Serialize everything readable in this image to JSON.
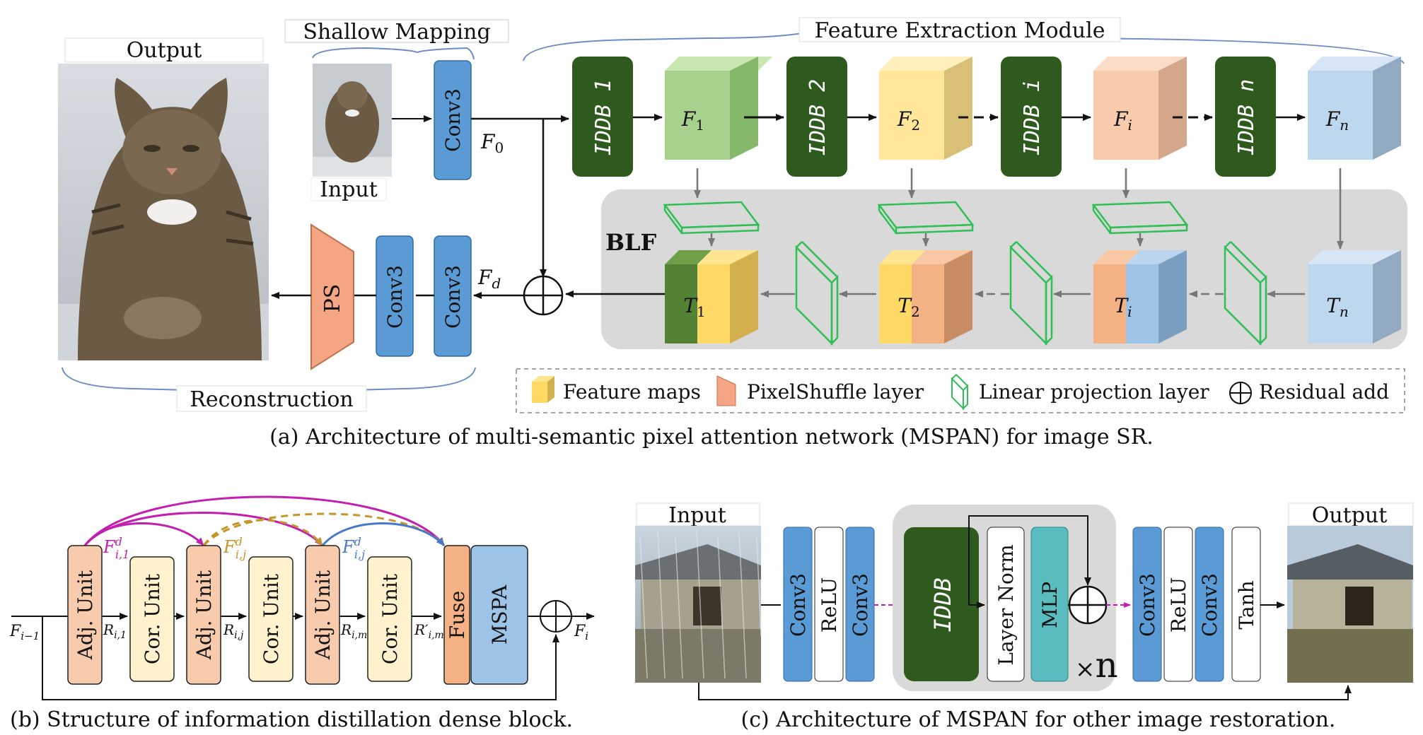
{
  "panel_a": {
    "output_label": "Output",
    "shallow_label": "Shallow Mapping",
    "input_label": "Input",
    "fem_label": "Feature Extraction Module",
    "recon_label": "Reconstruction",
    "blf_label": "BLF",
    "conv": "Conv3",
    "ps": "PS",
    "f0": "F",
    "f0_sub": "0",
    "fd": "F",
    "fd_sub": "d",
    "iddb": [
      "IDDB 1",
      "IDDB 2",
      "IDDB i",
      "IDDB n"
    ],
    "features": [
      {
        "main": "F",
        "sub": "1"
      },
      {
        "main": "F",
        "sub": "2"
      },
      {
        "main": "F",
        "sub": "i"
      },
      {
        "main": "F",
        "sub": "n"
      }
    ],
    "tokens": [
      {
        "main": "T",
        "sub": "1"
      },
      {
        "main": "T",
        "sub": "2"
      },
      {
        "main": "T",
        "sub": "i"
      },
      {
        "main": "T",
        "sub": "n"
      }
    ],
    "legend": {
      "feature_maps": "Feature maps",
      "pixelshuffle": "PixelShuffle layer",
      "linear_proj": "Linear projection layer",
      "residual": "Residual add"
    },
    "caption": "(a) Architecture of multi-semantic pixel attention network (MSPAN) for image SR."
  },
  "panel_b": {
    "adj": "Adj. Unit",
    "cor": "Cor. Unit",
    "fuse": "Fuse",
    "mspa": "MSPA",
    "f_in": "F",
    "f_in_sub": "i−1",
    "f_out": "F",
    "f_out_sub": "i",
    "r1": "R",
    "r1_sub": "i,1",
    "rj": "R",
    "rj_sub": "i,j",
    "rm": "R",
    "rm_sub": "i,m",
    "rmp": "R′",
    "rmp_sub": "i,m",
    "fd1": "F",
    "fd1_sub": "i,1",
    "fdj": "F",
    "fdj_sub": "i,j",
    "fdj2": "F",
    "fdj2_sub": "i,j",
    "sup_d": "d",
    "colors": {
      "magenta": "#c21fb0",
      "gold": "#c6962c",
      "blue": "#4a78c8"
    },
    "caption": "(b)  Structure of information distillation dense block."
  },
  "panel_c": {
    "input_label": "Input",
    "output_label": "Output",
    "conv": "Conv3",
    "relu": "ReLU",
    "iddb": "IDDB",
    "layernorm": "Layer Norm",
    "mlp": "MLP",
    "tanh": "Tanh",
    "times": "×",
    "n": "n",
    "caption": "(c)  Architecture of MSPAN for other image restoration."
  },
  "colors": {
    "dark_green": "#2f5a1e",
    "conv_blue": "#5b9bd5",
    "ps_salmon": "#f3a584",
    "mlp_teal": "#5bbcbf",
    "blf_gray": "#d9d9d9"
  }
}
